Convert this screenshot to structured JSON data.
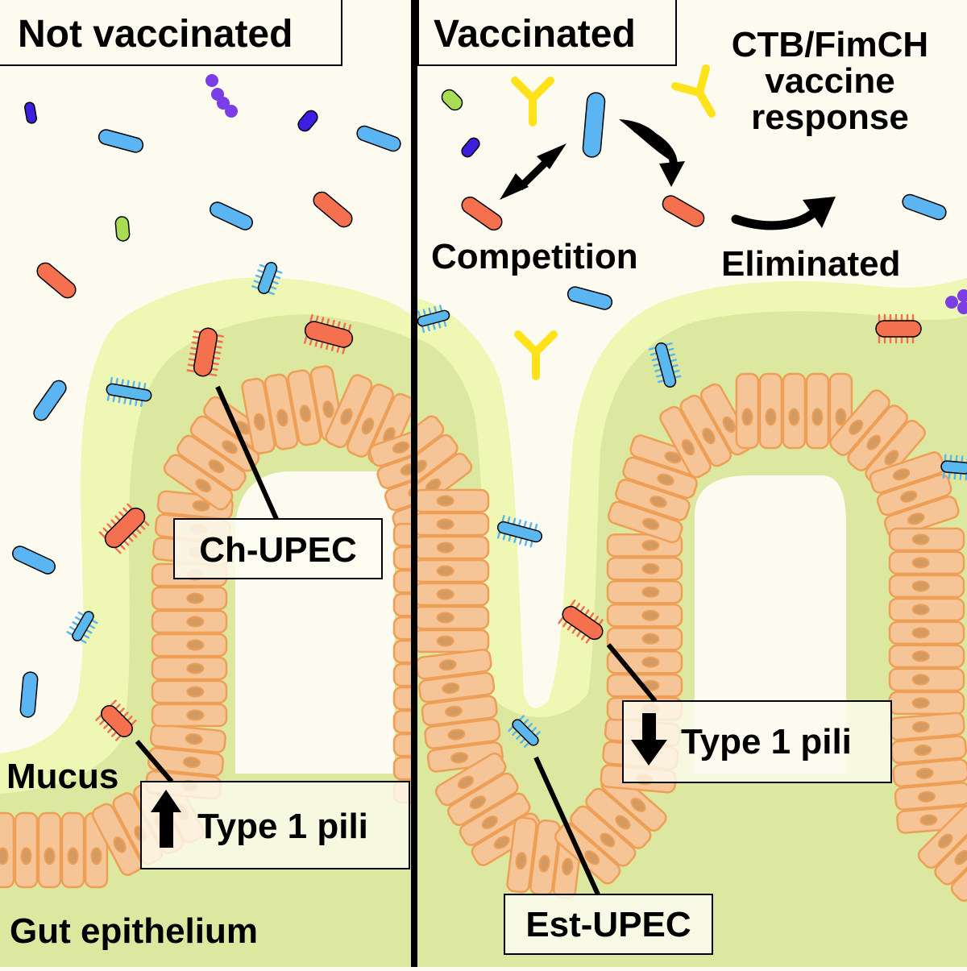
{
  "panels": {
    "left": {
      "title": "Not vaccinated",
      "strain_label": "Ch-UPEC",
      "pili_label": "Type 1 pili",
      "pili_direction": "up",
      "mucus_label": "Mucus",
      "epithelium_label": "Gut epithelium"
    },
    "right": {
      "title": "Vaccinated",
      "vaccine_label_lines": [
        "CTB/FimCH",
        "vaccine",
        "response"
      ],
      "competition_label": "Competition",
      "eliminated_label": "Eliminated",
      "strain_label": "Est-UPEC",
      "pili_label": "Type 1 pili",
      "pili_direction": "down"
    }
  },
  "colors": {
    "background": "#fdfbf0",
    "mucus_outer": "#eef8b4",
    "mucus_inner": "#dce8a0",
    "cell_fill": "#f5c598",
    "cell_stroke": "#ee9f55",
    "nucleus": "#d39a62",
    "upec": "#f4704f",
    "commensal_blue": "#5bb5f2",
    "fimbriated_blue": "#5ab8ef",
    "purple": "#3d1fe0",
    "violet": "#7a3de6",
    "green": "#a8dc55",
    "antibody": "#ffe21a"
  },
  "icons": {
    "antibody": "y-shaped-antibody-icon",
    "competition": "double-headed-arrow-icon",
    "eliminated": "curved-arrow-icon",
    "pili_up": "up-arrow-icon",
    "pili_down": "down-arrow-icon"
  }
}
